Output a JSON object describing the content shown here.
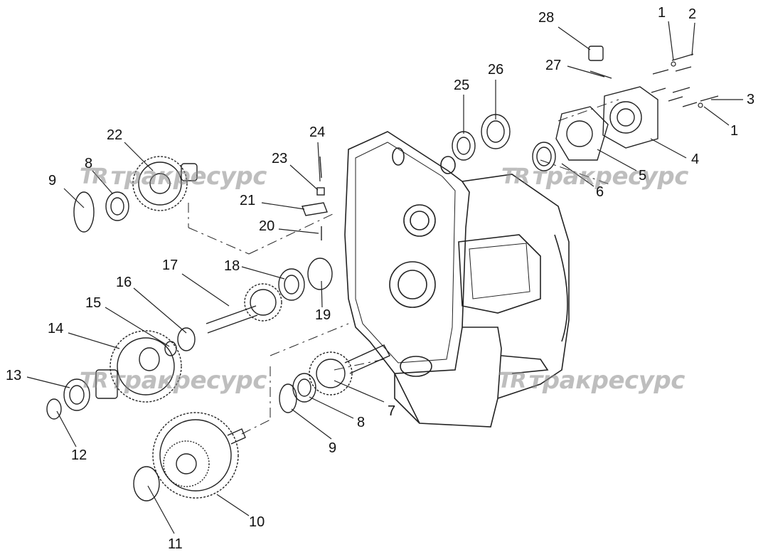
{
  "figure": {
    "callouts": [
      "1",
      "2",
      "3",
      "1",
      "4",
      "5",
      "6",
      "28",
      "27",
      "26",
      "25",
      "24",
      "23",
      "21",
      "20",
      "22",
      "8",
      "9",
      "18",
      "19",
      "17",
      "16",
      "15",
      "14",
      "13",
      "12",
      "7",
      "8",
      "9",
      "10",
      "11"
    ]
  },
  "watermark": {
    "logo": "TR",
    "text": "тракресурс"
  },
  "colors": {
    "line": "#222222",
    "watermark": "#8a8a8a",
    "background": "#ffffff"
  }
}
